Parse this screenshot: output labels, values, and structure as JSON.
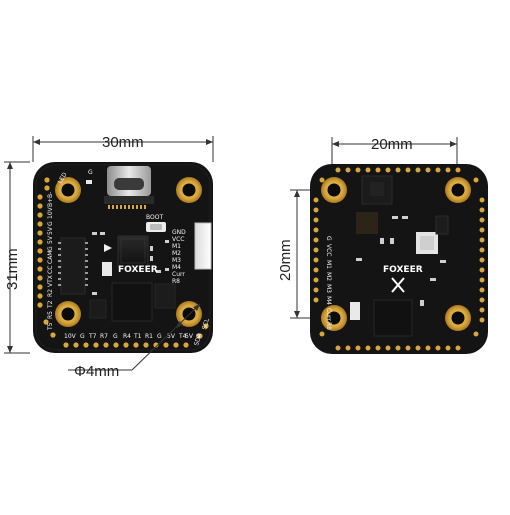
{
  "left_board": {
    "width_label": "30mm",
    "height_label": "31mm",
    "hole_label": "Φ4mm",
    "brand": "FOXEER",
    "boot_label": "BOOT",
    "right_labels": [
      "GND",
      "VCC",
      "M1",
      "M2",
      "M3",
      "M4",
      "Curr",
      "R8"
    ],
    "bottom_labels": [
      "10V",
      "G",
      "T7",
      "R7",
      "G",
      "R4",
      "T1",
      "R1",
      "G",
      "5V",
      "T4"
    ],
    "left_labels": [
      "T5",
      "R5",
      "T2",
      "R2",
      "VTX",
      "CC",
      "CAM",
      "G",
      "5V",
      "5V",
      "G",
      "10V",
      "B+",
      "B-"
    ],
    "top_labels": [
      "LED",
      "G"
    ],
    "corner_labels": [
      "SDA",
      "SCL",
      "5V",
      "G"
    ]
  },
  "right_board": {
    "width_label": "20mm",
    "height_label": "20mm",
    "brand": "FOXEER",
    "edge_labels": [
      "G",
      "VCC",
      "M1",
      "M2",
      "M3",
      "M4",
      "Curr",
      "R8"
    ]
  },
  "colors": {
    "pcb": "#141414",
    "pad_gold": "#d9a63c",
    "pad_dark": "#0b0b0b",
    "silk": "#f2f2f2",
    "dimension_line": "#333333"
  }
}
